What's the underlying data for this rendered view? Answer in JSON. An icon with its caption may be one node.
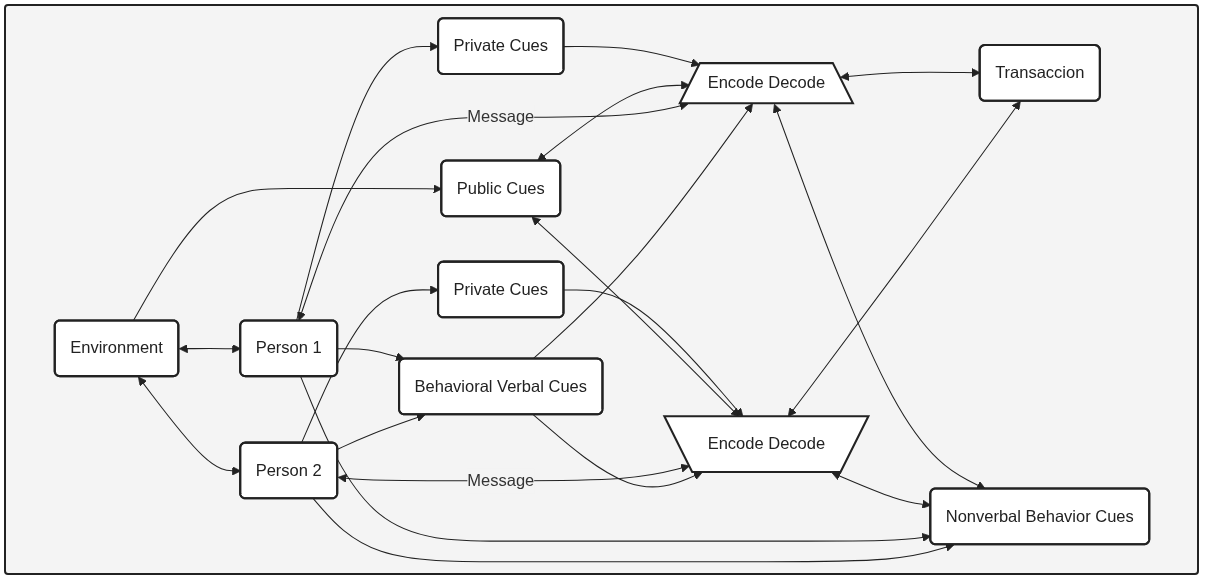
{
  "diagram": {
    "nodes": [
      {
        "text": [
          "Environment"
        ]
      },
      {
        "text": [
          "Private Cues"
        ]
      },
      {
        "text": [
          "Private Cues"
        ]
      },
      {
        "text": [
          "Public Cues"
        ]
      },
      {
        "text": [
          "Person 1"
        ]
      },
      {
        "text": [
          "Encode Decode"
        ]
      },
      {
        "text": [
          "Transaccion"
        ]
      },
      {
        "text": [
          "Encode Decode"
        ]
      },
      {
        "text": [
          "Person 2"
        ]
      },
      {
        "text": [
          "Nonverbal Behavior Cues"
        ]
      },
      {
        "text": [
          "Behavioral Verbal Cues"
        ]
      }
    ],
    "edges": [
      {
        "from": 0,
        "to": 4,
        "arrow": "both"
      },
      {
        "from": 0,
        "to": 8,
        "arrow": "both"
      },
      {
        "from": 0,
        "to": 3,
        "arrow": "to"
      },
      {
        "from": 4,
        "to": 1,
        "arrow": "to"
      },
      {
        "from": 8,
        "to": 2,
        "arrow": "to"
      },
      {
        "from": 1,
        "to": 5,
        "arrow": "to"
      },
      {
        "from": 3,
        "to": 5,
        "arrow": "both"
      },
      {
        "from": 2,
        "to": 7,
        "arrow": "to"
      },
      {
        "from": 3,
        "to": 7,
        "arrow": "both"
      },
      {
        "from": 4,
        "to": 5,
        "label": "Message",
        "arrow": "both"
      },
      {
        "from": 5,
        "to": 6,
        "arrow": "both"
      },
      {
        "from": 7,
        "to": 6,
        "arrow": "both"
      },
      {
        "from": 8,
        "to": 7,
        "label": "Message",
        "arrow": "both"
      },
      {
        "from": 5,
        "to": 9,
        "arrow": "both"
      },
      {
        "from": 7,
        "to": 9,
        "arrow": "both"
      },
      {
        "from": 4,
        "to": 9,
        "arrow": "to"
      },
      {
        "from": 8,
        "to": 9,
        "arrow": "to"
      },
      {
        "from": 10,
        "to": 5,
        "arrow": "to"
      },
      {
        "from": 10,
        "to": 7,
        "arrow": "to"
      },
      {
        "from": 4,
        "to": 10,
        "arrow": "to"
      },
      {
        "from": 8,
        "to": 10,
        "arrow": "to"
      }
    ]
  }
}
